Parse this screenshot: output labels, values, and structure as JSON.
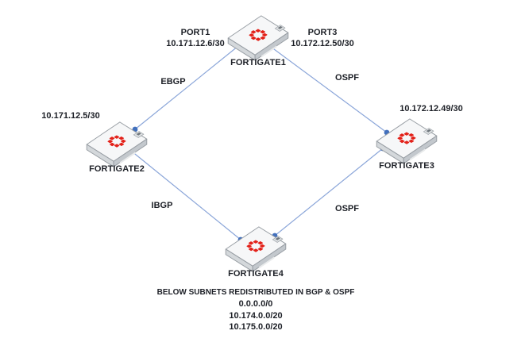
{
  "diagram": {
    "background": "#ffffff",
    "colors": {
      "link_line": "#8ba6d9",
      "endpoint_dot": "#4270bd",
      "fortinet_logo_red": "#e32119",
      "text": "#1c1f26"
    },
    "devices": [
      {
        "id": "fortigate1",
        "label": "FORTIGATE1"
      },
      {
        "id": "fortigate2",
        "label": "FORTIGATE2"
      },
      {
        "id": "fortigate3",
        "label": "FORTIGATE3"
      },
      {
        "id": "fortigate4",
        "label": "FORTIGATE4"
      }
    ],
    "interfaces": [
      {
        "device": "fortigate1",
        "port": "PORT1",
        "ip": "10.171.12.6/30"
      },
      {
        "device": "fortigate1",
        "port": "PORT3",
        "ip": "10.172.12.50/30"
      },
      {
        "device": "fortigate2",
        "ip": "10.171.12.5/30"
      },
      {
        "device": "fortigate3",
        "ip": "10.172.12.49/30"
      }
    ],
    "links": [
      {
        "from": "fortigate1",
        "to": "fortigate2",
        "label": "EBGP"
      },
      {
        "from": "fortigate1",
        "to": "fortigate3",
        "label": "OSPF"
      },
      {
        "from": "fortigate2",
        "to": "fortigate4",
        "label": "IBGP"
      },
      {
        "from": "fortigate3",
        "to": "fortigate4",
        "label": "OSPF"
      }
    ],
    "footer": {
      "title": "BELOW SUBNETS REDISTRIBUTED IN BGP & OSPF",
      "subnets": [
        "0.0.0.0/0",
        "10.174.0.0/20",
        "10.175.0.0/20"
      ]
    }
  }
}
